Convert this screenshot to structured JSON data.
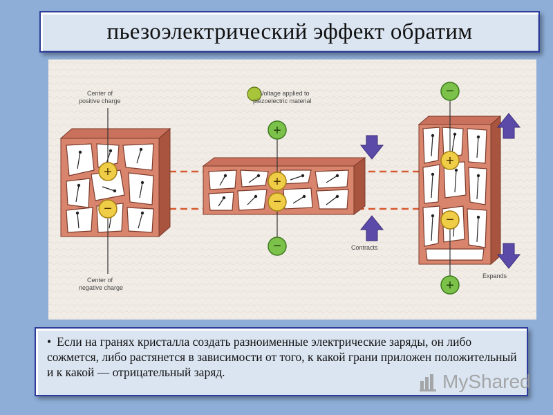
{
  "slide": {
    "title": "пьезоэлектрический эффект обратим",
    "bullet_text": "Если на гранях кристалла создать разноименные электрические заряды, он либо сожмется, либо растянется в зависимости от того, к какой грани приложен положительный и к какой — отрицательный заряд."
  },
  "diagram": {
    "labels": {
      "center_positive_1": "Center of",
      "center_positive_2": "positive charge",
      "center_negative_1": "Center of",
      "center_negative_2": "negative charge",
      "voltage_1": "Voltage applied to",
      "voltage_2": "piezoelectric material",
      "contracts": "Contracts",
      "expands": "Expands"
    },
    "symbols": {
      "plus": "+",
      "minus": "−"
    },
    "colors": {
      "block_face": "#d9856e",
      "block_top": "#c9715c",
      "block_side": "#a8543f",
      "charge": "#f0cd46",
      "electrode": "#7cc24a",
      "arrow": "#5b4aa8",
      "dashed": "#d8592f"
    }
  },
  "watermark": {
    "text": "MyShared"
  }
}
